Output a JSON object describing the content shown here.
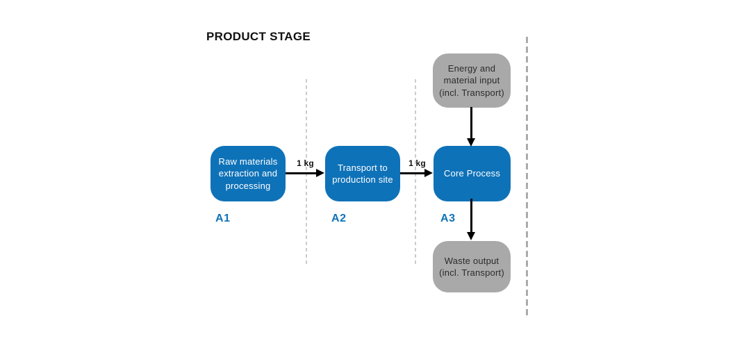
{
  "title": "PRODUCT STAGE",
  "stages": [
    {
      "label": "A1",
      "box_text": "Raw materials\nextraction and\nprocessing"
    },
    {
      "label": "A2",
      "box_text": "Transport to\nproduction site"
    },
    {
      "label": "A3",
      "box_text": "Core Process"
    }
  ],
  "inputs": {
    "energy": "Energy and\nmaterial input\n(incl. Transport)"
  },
  "outputs": {
    "waste": "Waste output\n(incl. Transport)"
  },
  "flows": {
    "a1_to_a2": "1 kg",
    "a2_to_a3": "1 kg"
  },
  "colors": {
    "stage_blue": "#0e72b8",
    "io_gray": "#a9a9a9",
    "arrow_black": "#000000",
    "divider_light": "#cccccc",
    "divider_heavy": "#ababab"
  }
}
